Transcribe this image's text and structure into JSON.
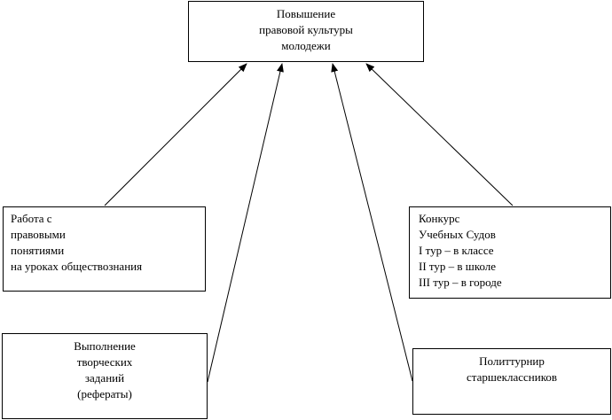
{
  "top_box": {
    "lines": [
      "Повышение",
      "правовой культуры",
      "молодежи"
    ]
  },
  "left_box": {
    "lines": [
      "Работа с",
      "правовыми",
      "понятиями",
      "на уроках обществознания"
    ]
  },
  "right_box": {
    "lines": [
      "Конкурс",
      "Учебных Судов",
      "I тур – в классе",
      "II тур – в школе",
      "III тур – в городе"
    ]
  },
  "bottom_left_box": {
    "lines": [
      "Выполнение",
      "творческих",
      "заданий",
      "(рефераты)"
    ]
  },
  "bottom_right_box": {
    "lines": [
      "Политтурнир",
      "старшеклассников"
    ]
  }
}
